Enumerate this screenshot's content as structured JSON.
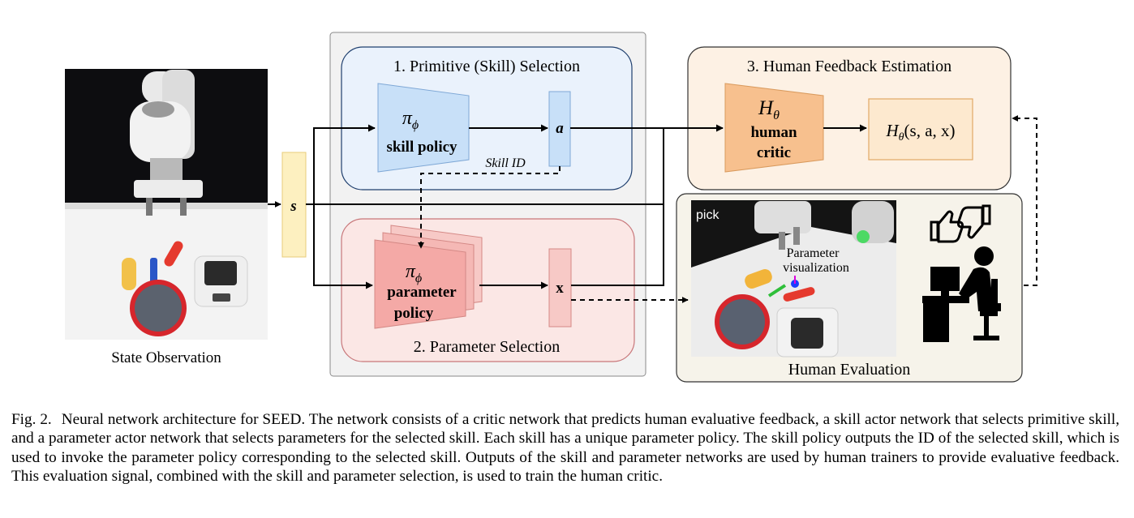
{
  "state": {
    "label": "State Observation",
    "symbol": "s"
  },
  "skill_selection": {
    "title": "1. Primitive (Skill) Selection",
    "pi_symbol": "π",
    "pi_sub": "ϕ",
    "policy_label": "skill policy",
    "output_symbol": "a",
    "skill_id_label": "Skill ID"
  },
  "parameter_selection": {
    "title": "2. Parameter Selection",
    "pi_symbol": "π",
    "pi_sub": "ϕ",
    "policy_label_line1": "parameter",
    "policy_label_line2": "policy",
    "output_symbol": "x"
  },
  "feedback_estimation": {
    "title": "3. Human Feedback Estimation",
    "critic_symbol": "H",
    "critic_sub": "θ",
    "critic_label_line1": "human",
    "critic_label_line2": "critic",
    "output_main": "H",
    "output_sub": "θ",
    "output_args": "(s, a, x)"
  },
  "human_evaluation": {
    "title": "Human Evaluation",
    "photo_tag": "pick",
    "param_vis_line1": "Parameter",
    "param_vis_line2": "visualization"
  },
  "caption": {
    "fig_label": "Fig. 2.",
    "text": "Neural network architecture for SEED. The network consists of a critic network that predicts human evaluative feedback, a skill actor network that selects primitive skill, and a parameter actor network that selects parameters for the selected skill. Each skill has a unique parameter policy. The skill policy outputs the ID of the selected skill, which is used to invoke the parameter policy corresponding to the selected skill. Outputs of the skill and parameter networks are used by human trainers to provide evaluative feedback. This evaluation signal, combined with the skill and parameter selection, is used to train the human critic."
  },
  "colors": {
    "skill_panel": "#eaf2fc",
    "skill_block": "#c8e0f8",
    "param_panel": "#fbe7e5",
    "param_block": "#f4a9a6",
    "feedback_panel": "#fdf1e4",
    "critic_block": "#f7c08e",
    "state_block": "#fdf0c0",
    "eval_panel": "#f6f3ea",
    "outer_panel": "#f2f2f2"
  }
}
